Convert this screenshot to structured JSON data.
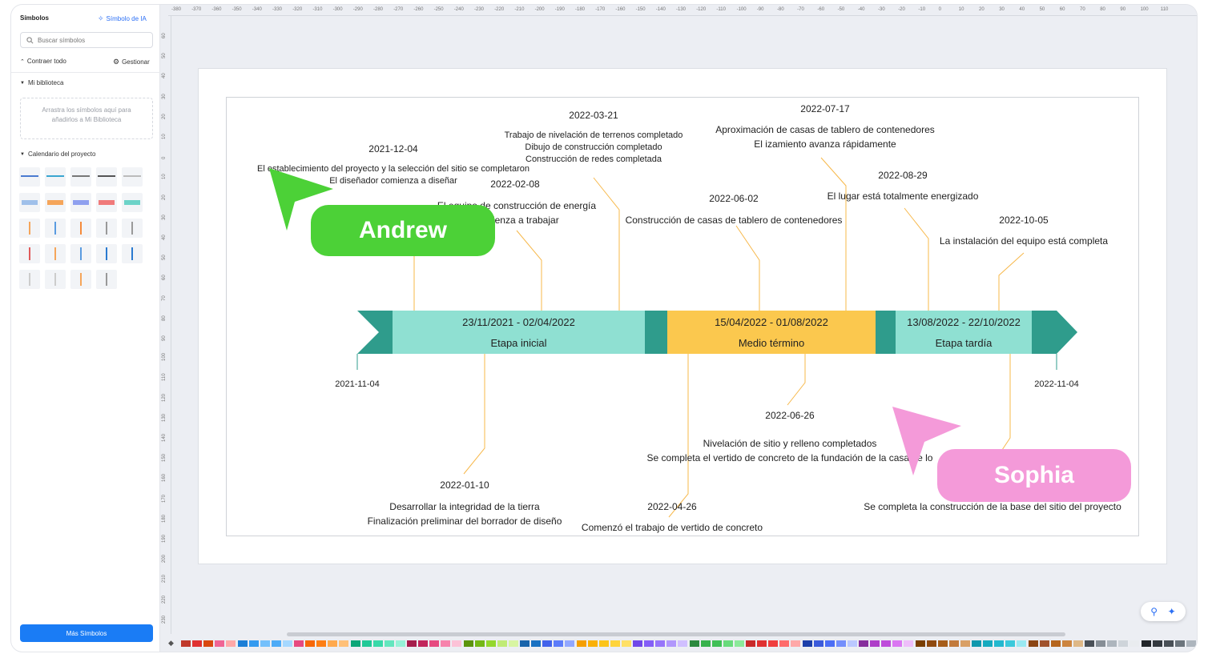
{
  "sidebar": {
    "title": "Símbolos",
    "ai_symbol": "Símbolo de IA",
    "search_placeholder": "Buscar símbolos",
    "collapse_all": "Contraer todo",
    "manage": "Gestionar",
    "my_library": "Mi biblioteca",
    "library_hint": "Arrastra los símbolos aquí para añadirlos a Mi Biblioteca",
    "project_calendar": "Calendario del proyecto",
    "more_symbols": "Más Símbolos"
  },
  "ruler": {
    "top": [
      "-380",
      "-370",
      "-360",
      "-350",
      "-340",
      "-330",
      "-320",
      "-310",
      "-300",
      "-290",
      "-280",
      "-270",
      "-260",
      "-250",
      "-240",
      "-230",
      "-220",
      "-210",
      "-200",
      "-190",
      "-180",
      "-170",
      "-160",
      "-150",
      "-140",
      "-130",
      "-120",
      "-110",
      "-100",
      "-90",
      "-80",
      "-70",
      "-60",
      "-50",
      "-40",
      "-30",
      "-20",
      "-10",
      "0",
      "10",
      "20",
      "30",
      "40",
      "50",
      "60",
      "70",
      "80",
      "90",
      "100",
      "110"
    ],
    "left": [
      "60",
      "50",
      "40",
      "30",
      "20",
      "10",
      "0",
      "10",
      "20",
      "30",
      "40",
      "50",
      "60",
      "70",
      "80",
      "90",
      "100",
      "110",
      "120",
      "130",
      "140",
      "150",
      "160",
      "170",
      "180",
      "190",
      "200",
      "210",
      "220",
      "230"
    ]
  },
  "timeline": {
    "start_date": "2021-11-04",
    "end_date": "2022-11-04",
    "phases": [
      {
        "range": "23/11/2021 - 02/04/2022",
        "name": "Etapa inicial",
        "color": "#8fe0d2"
      },
      {
        "range": "15/04/2022 - 01/08/2022",
        "name": "Medio término",
        "color": "#fbc84e"
      },
      {
        "range": "13/08/2022 - 22/10/2022",
        "name": "Etapa tardía",
        "color": "#8fe0d2"
      }
    ],
    "arrow_color": "#2f9c8c",
    "connector_color": "#f7b84a",
    "events": [
      {
        "date": "2021-12-04",
        "lines": [
          "El establecimiento del proyecto y la selección del sitio se completaron",
          "El diseñador comienza a diseñar"
        ]
      },
      {
        "date": "2022-02-08",
        "lines": [
          "El equipo de construcción de energía",
          "comienza a trabajar"
        ]
      },
      {
        "date": "2022-03-21",
        "lines": [
          "Trabajo de nivelación de terrenos completado",
          "Dibujo de construcción completado",
          "Construcción de redes completada"
        ]
      },
      {
        "date": "2022-06-02",
        "lines": [
          "Construcción de casas de tablero de contenedores"
        ]
      },
      {
        "date": "2022-07-17",
        "lines": [
          "Aproximación de casas de tablero de contenedores",
          "El izamiento avanza rápidamente"
        ]
      },
      {
        "date": "2022-08-29",
        "lines": [
          "El lugar está totalmente energizado"
        ]
      },
      {
        "date": "2022-10-05",
        "lines": [
          "La instalación del equipo está completa"
        ]
      },
      {
        "date": "2022-01-10",
        "lines": [
          "Desarrollar la integridad de la tierra",
          "Finalización preliminar del borrador de diseño"
        ]
      },
      {
        "date": "2022-04-26",
        "lines": [
          "Comenzó el trabajo de vertido de concreto"
        ]
      },
      {
        "date": "2022-06-26",
        "lines": [
          "Nivelación de sitio y relleno completados",
          "Se completa el vertido de concreto de la fundación de la casa de lo"
        ]
      },
      {
        "date": "",
        "lines": [
          "Se completa la construcción de la base del sitio del proyecto"
        ]
      }
    ]
  },
  "collaborators": [
    {
      "name": "Andrew",
      "color": "#4cd137"
    },
    {
      "name": "Sophia",
      "color": "#f49ad9"
    }
  ],
  "palette": [
    "#c0392b",
    "#e03131",
    "#d9480f",
    "#f06595",
    "#ffa8a8",
    "#1c7ed6",
    "#339af0",
    "#74c0fc",
    "#4dabf7",
    "#a5d8ff",
    "#e64980",
    "#f76707",
    "#fd7e14",
    "#ffa94d",
    "#ffc078",
    "#0ca678",
    "#20c997",
    "#38d9a9",
    "#63e6be",
    "#96f2d7",
    "#a61e4d",
    "#c2255c",
    "#e64980",
    "#f783ac",
    "#fcc2d7",
    "#5c940d",
    "#74b816",
    "#94d82d",
    "#c0eb75",
    "#d8f5a2",
    "#1864ab",
    "#1971c2",
    "#4263eb",
    "#5c7cfa",
    "#91a7ff",
    "#f59f00",
    "#fab005",
    "#fcc419",
    "#ffd43b",
    "#ffe066",
    "#7048e8",
    "#845ef7",
    "#9775fa",
    "#b197fc",
    "#d0bfff",
    "#2b8a3e",
    "#37b24d",
    "#40c057",
    "#69db7c",
    "#8ce99a",
    "#c92a2a",
    "#e03131",
    "#f03e3e",
    "#ff6b6b",
    "#ffa8a8",
    "#1c3faa",
    "#3b5bdb",
    "#4c6ef5",
    "#748ffc",
    "#bac8ff",
    "#862e9c",
    "#ae3ec9",
    "#be4bdb",
    "#da77f2",
    "#eebefa",
    "#7a3e00",
    "#8f4a0f",
    "#a65d1a",
    "#c27a3c",
    "#d9a066",
    "#1098ad",
    "#15aabf",
    "#22b8cf",
    "#3bc9db",
    "#99e9f2",
    "#8b4513",
    "#a0522d",
    "#b5651d",
    "#cd853f",
    "#deb887",
    "#495057",
    "#868e96",
    "#adb5bd",
    "#ced4da",
    "#e9ecef",
    "#212529",
    "#343a40",
    "#495057",
    "#6c757d",
    "#adb5bd",
    "#c4c8cc",
    "#d6d9dc",
    "#e2e5e8",
    "#eef0f2",
    "#f8f9fa"
  ]
}
